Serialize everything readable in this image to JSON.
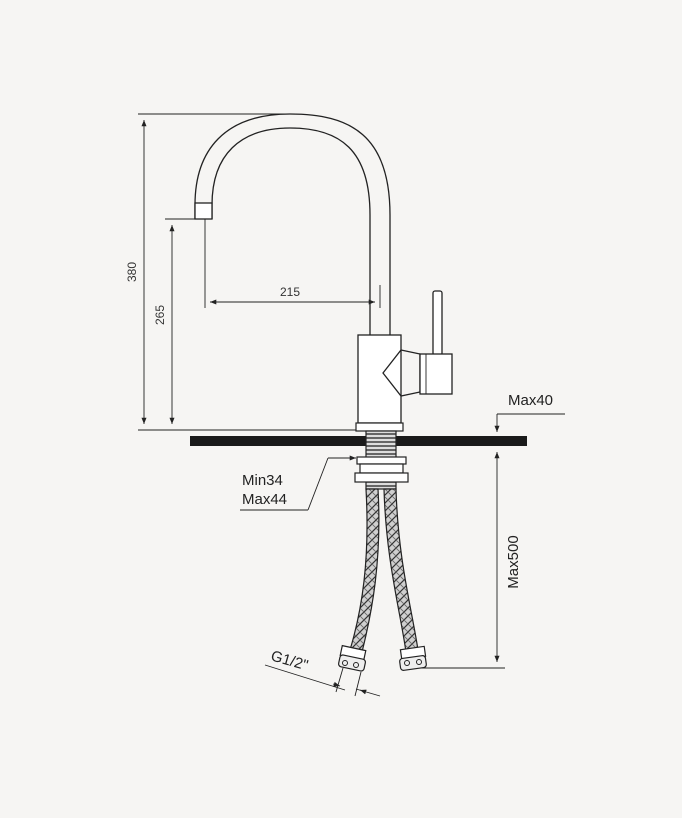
{
  "diagram": {
    "labels": {
      "height_total": "380",
      "spout_height": "265",
      "spout_reach": "215",
      "counter_thickness": "Max40",
      "hose_length": "Max500",
      "hole_min": "Min34",
      "hole_max": "Max44",
      "thread": "G1/2\""
    },
    "colors": {
      "background": "#f6f5f3",
      "line": "#222222",
      "countertop": "#1a1a1a"
    }
  }
}
